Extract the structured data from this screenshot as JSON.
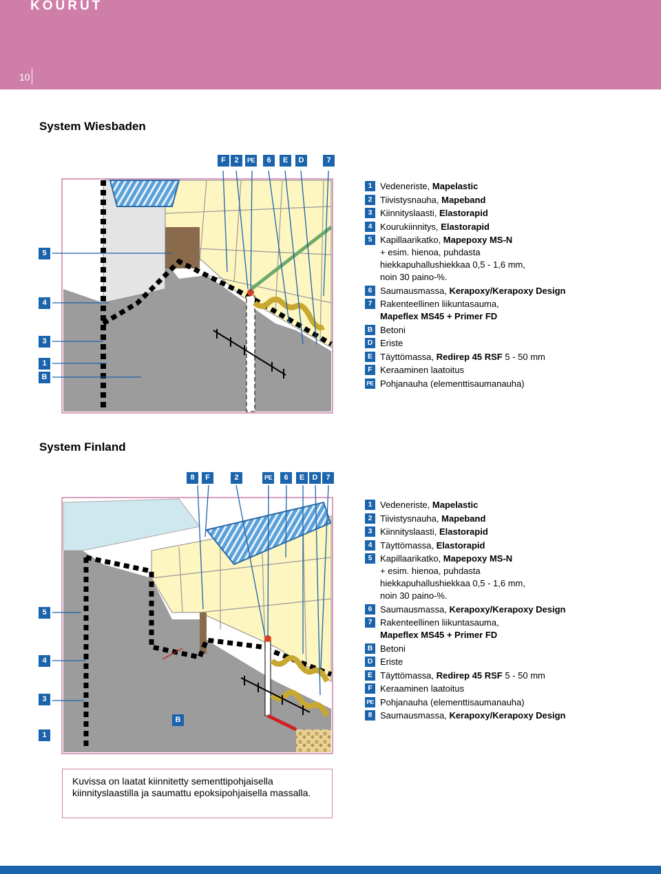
{
  "header": {
    "title": "KOURUT",
    "page_number": "10"
  },
  "section1": {
    "title": "System Wiesbaden",
    "top_callouts": [
      "F",
      "2",
      "PE",
      "6",
      "E",
      "D",
      "7"
    ],
    "left_callouts": [
      "5",
      "4",
      "3",
      "1",
      "B"
    ],
    "legend": [
      {
        "key": "1",
        "text": "Vedeneriste, ",
        "bold": "Mapelastic"
      },
      {
        "key": "2",
        "text": "Tiivistysnauha, ",
        "bold": "Mapeband"
      },
      {
        "key": "3",
        "text": "Kiinnityslaasti, ",
        "bold": "Elastorapid"
      },
      {
        "key": "4",
        "text": "Kourukiinnitys, ",
        "bold": "Elastorapid"
      },
      {
        "key": "5",
        "text": "Kapillaarikatko, ",
        "bold": "Mapepoxy MS-N",
        "extra": [
          "+ esim. hienoa, puhdasta",
          "hiekkapuhallushiekkaa 0,5 - 1,6 mm,",
          "noin 30 paino-%."
        ]
      },
      {
        "key": "6",
        "text": "Saumausmassa, ",
        "bold": "Kerapoxy/Kerapoxy Design"
      },
      {
        "key": "7",
        "text": "Rakenteellinen liikuntasauma, ",
        "bold": "",
        "extra_bold": "Mapeflex MS45 + Primer FD"
      },
      {
        "key": "B",
        "text": "Betoni",
        "bold": ""
      },
      {
        "key": "D",
        "text": "Eriste",
        "bold": ""
      },
      {
        "key": "E",
        "text": "Täyttömassa, ",
        "bold": "Redirep 45 RSF",
        "tail": " 5 - 50 mm"
      },
      {
        "key": "F",
        "text": "Keraaminen laatoitus",
        "bold": ""
      },
      {
        "key": "PE",
        "text": "Pohjanauha (elementtisaumanauha)",
        "bold": ""
      }
    ]
  },
  "section2": {
    "title": "System Finland",
    "top_callouts": [
      "8",
      "F",
      "2",
      "PE",
      "6",
      "E",
      "D",
      "7"
    ],
    "left_callouts": [
      "5",
      "4",
      "3",
      "1"
    ],
    "bottom_callout": "B",
    "legend": [
      {
        "key": "1",
        "text": "Vedeneriste, ",
        "bold": "Mapelastic"
      },
      {
        "key": "2",
        "text": "Tiivistysnauha, ",
        "bold": "Mapeband"
      },
      {
        "key": "3",
        "text": "Kiinnityslaasti, ",
        "bold": "Elastorapid"
      },
      {
        "key": "4",
        "text": "Täyttömassa, ",
        "bold": "Elastorapid"
      },
      {
        "key": "5",
        "text": "Kapillaarikatko, ",
        "bold": "Mapepoxy MS-N",
        "extra": [
          "+ esim. hienoa, puhdasta",
          "hiekkapuhallushiekkaa 0,5 - 1,6 mm,",
          "noin 30 paino-%."
        ]
      },
      {
        "key": "6",
        "text": "Saumausmassa, ",
        "bold": "Kerapoxy/Kerapoxy Design"
      },
      {
        "key": "7",
        "text": "Rakenteellinen liikuntasauma, ",
        "bold": "",
        "extra_bold": "Mapeflex MS45 + Primer FD"
      },
      {
        "key": "B",
        "text": "Betoni",
        "bold": ""
      },
      {
        "key": "D",
        "text": "Eriste",
        "bold": ""
      },
      {
        "key": "E",
        "text": "Täyttömassa, ",
        "bold": "Redirep 45 RSF",
        "tail": " 5 - 50 mm"
      },
      {
        "key": "F",
        "text": "Keraaminen laatoitus",
        "bold": ""
      },
      {
        "key": "PE",
        "text": "Pohjanauha (elementtisaumanauha)",
        "bold": ""
      },
      {
        "key": "8",
        "text": "Saumausmassa, ",
        "bold": "Kerapoxy/Kerapoxy Design"
      }
    ]
  },
  "note": {
    "text": "Kuvissa on laatat kiinnitetty sementtipohjaisella kiinnityslaastilla ja saumattu epoksipohjaisella massalla."
  },
  "colors": {
    "header": "#cf7ea7",
    "badge": "#1a63ad",
    "leader": "#cc3377",
    "tile": "#fdf6c0",
    "concrete": "#9c9c9c",
    "grate": "#5aa0d8"
  }
}
